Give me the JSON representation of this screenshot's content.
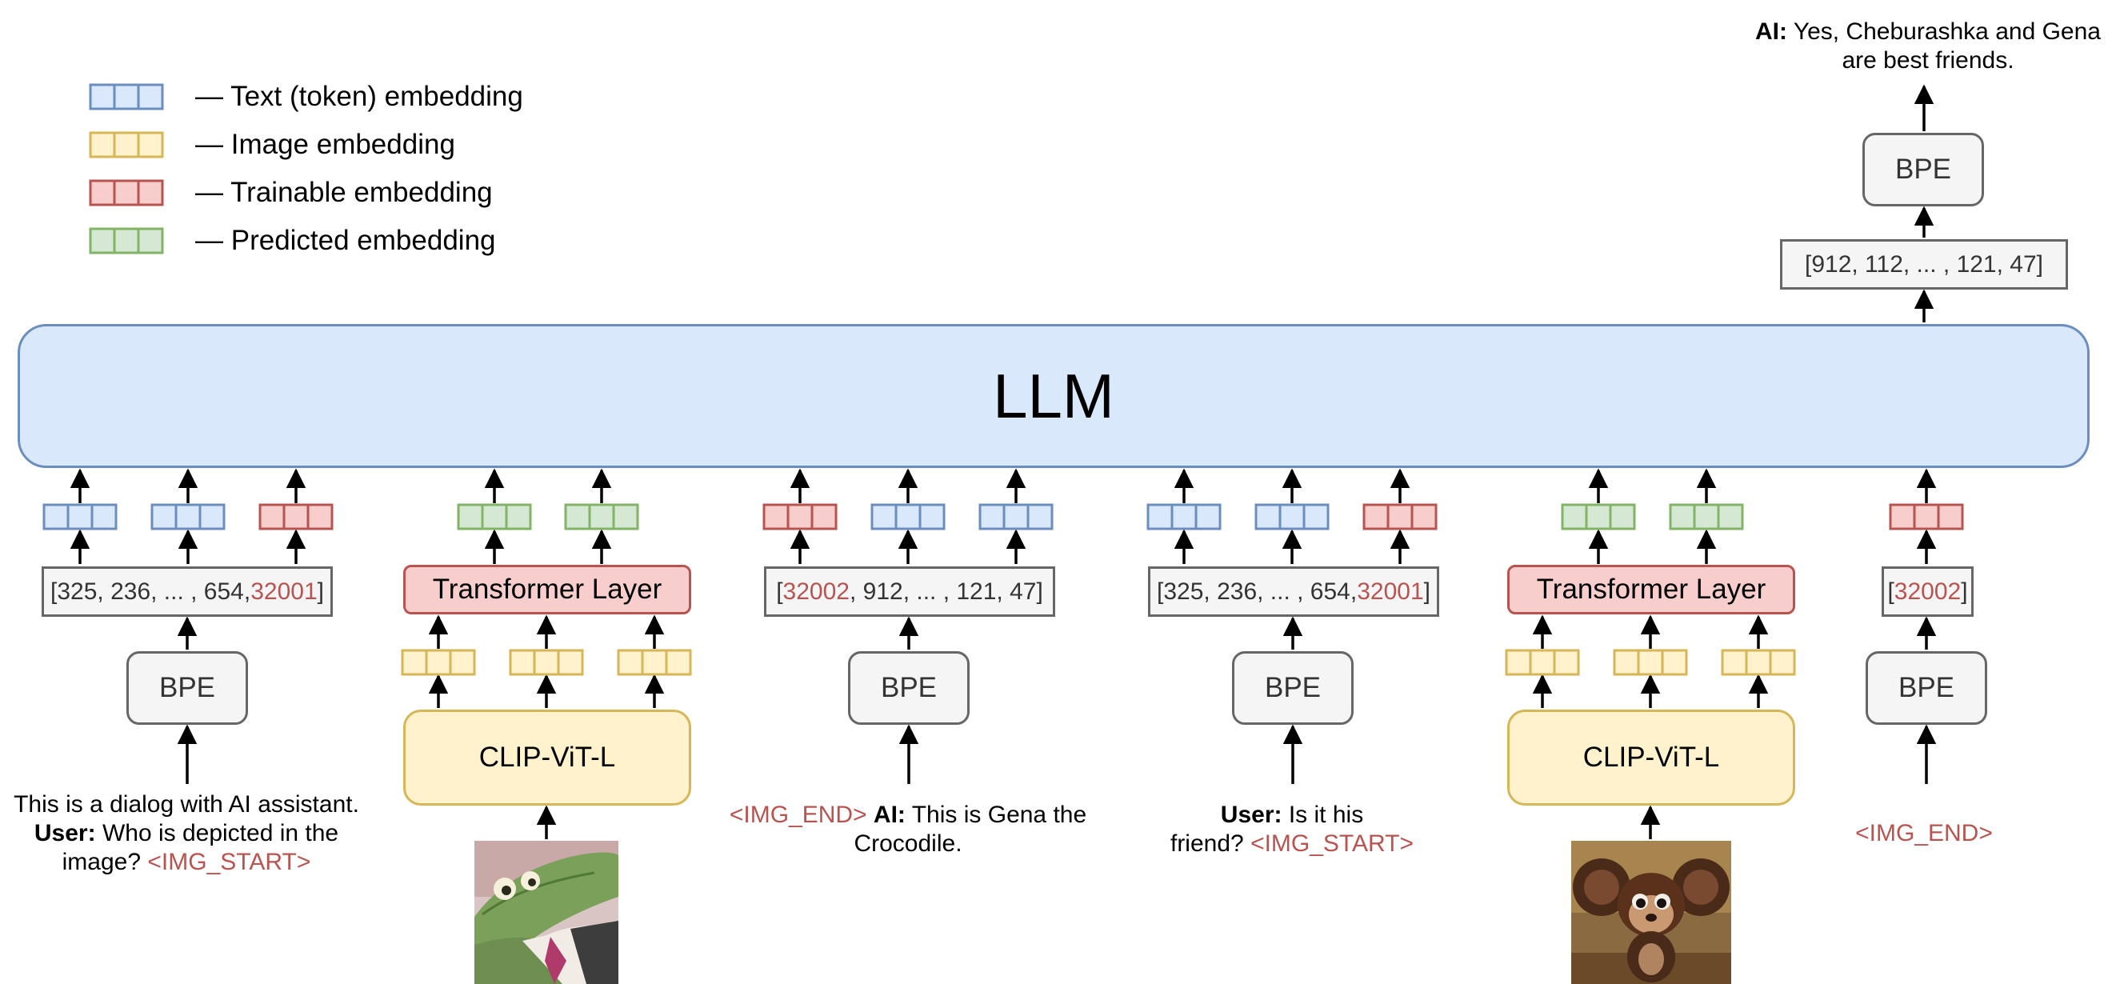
{
  "legend": [
    {
      "label": "— Text (token) embedding",
      "kind": "text"
    },
    {
      "label": "— Image embedding",
      "kind": "image"
    },
    {
      "label": "— Trainable embedding",
      "kind": "trainable"
    },
    {
      "label": "— Predicted embedding",
      "kind": "predicted"
    }
  ],
  "colors": {
    "text": {
      "fill": "#dae8fc",
      "stroke": "#6c8ebf"
    },
    "image": {
      "fill": "#fff2cc",
      "stroke": "#d6b656"
    },
    "trainable": {
      "fill": "#f8cecc",
      "stroke": "#b85450"
    },
    "predicted": {
      "fill": "#d5e8d4",
      "stroke": "#82b366"
    },
    "special_token": "#b85450"
  },
  "llm": {
    "label": "LLM"
  },
  "output": {
    "speaker": "AI:",
    "line1": "Yes, Cheburashka and Gena",
    "line2": "are best friends.",
    "bpe": "BPE",
    "tokens": "[912, 112, ... , 121, 47]"
  },
  "columns": {
    "c1": {
      "tokens_plain": "[325, 236, ... , 654, ",
      "tokens_special": "32001",
      "tokens_close": "]",
      "bpe": "BPE",
      "caption_line1": "This is a dialog with AI assistant.",
      "caption_speaker": "User:",
      "caption_line2": "Who is depicted in the",
      "caption_line3": "image?",
      "caption_special": "<IMG_START>"
    },
    "c2": {
      "transformer": "Transformer Layer",
      "clip": "CLIP-ViT-L",
      "image_alt": "Gena the Crocodile"
    },
    "c3": {
      "tokens_open": "[",
      "tokens_special": "32002",
      "tokens_plain": ", 912, ... , 121, 47]",
      "bpe": "BPE",
      "caption_special": "<IMG_END>",
      "caption_speaker": "AI:",
      "caption_line1": "This is Gena the",
      "caption_line2": "Crocodile."
    },
    "c4": {
      "tokens_plain": "[325, 236, ... , 654, ",
      "tokens_special": "32001",
      "tokens_close": "]",
      "bpe": "BPE",
      "caption_speaker": "User:",
      "caption_line1": "Is it his",
      "caption_line2": "friend?",
      "caption_special": "<IMG_START>"
    },
    "c5": {
      "transformer": "Transformer Layer",
      "clip": "CLIP-ViT-L",
      "image_alt": "Cheburashka"
    },
    "c6": {
      "tokens_open": "[",
      "tokens_special": "32002",
      "tokens_close": "]",
      "bpe": "BPE",
      "caption_special": "<IMG_END>"
    }
  },
  "embedding_rows": [
    {
      "group": "c1",
      "kinds": [
        "text",
        "text",
        "trainable"
      ]
    },
    {
      "group": "c2",
      "kinds": [
        "predicted",
        "predicted"
      ]
    },
    {
      "group": "c3",
      "kinds": [
        "trainable",
        "text",
        "text"
      ]
    },
    {
      "group": "c4",
      "kinds": [
        "text",
        "text",
        "trainable"
      ]
    },
    {
      "group": "c5",
      "kinds": [
        "predicted",
        "predicted"
      ]
    },
    {
      "group": "c6",
      "kinds": [
        "trainable"
      ]
    },
    {
      "group": "c2-image",
      "kinds": [
        "image",
        "image",
        "image"
      ]
    },
    {
      "group": "c5-image",
      "kinds": [
        "image",
        "image",
        "image"
      ]
    }
  ]
}
